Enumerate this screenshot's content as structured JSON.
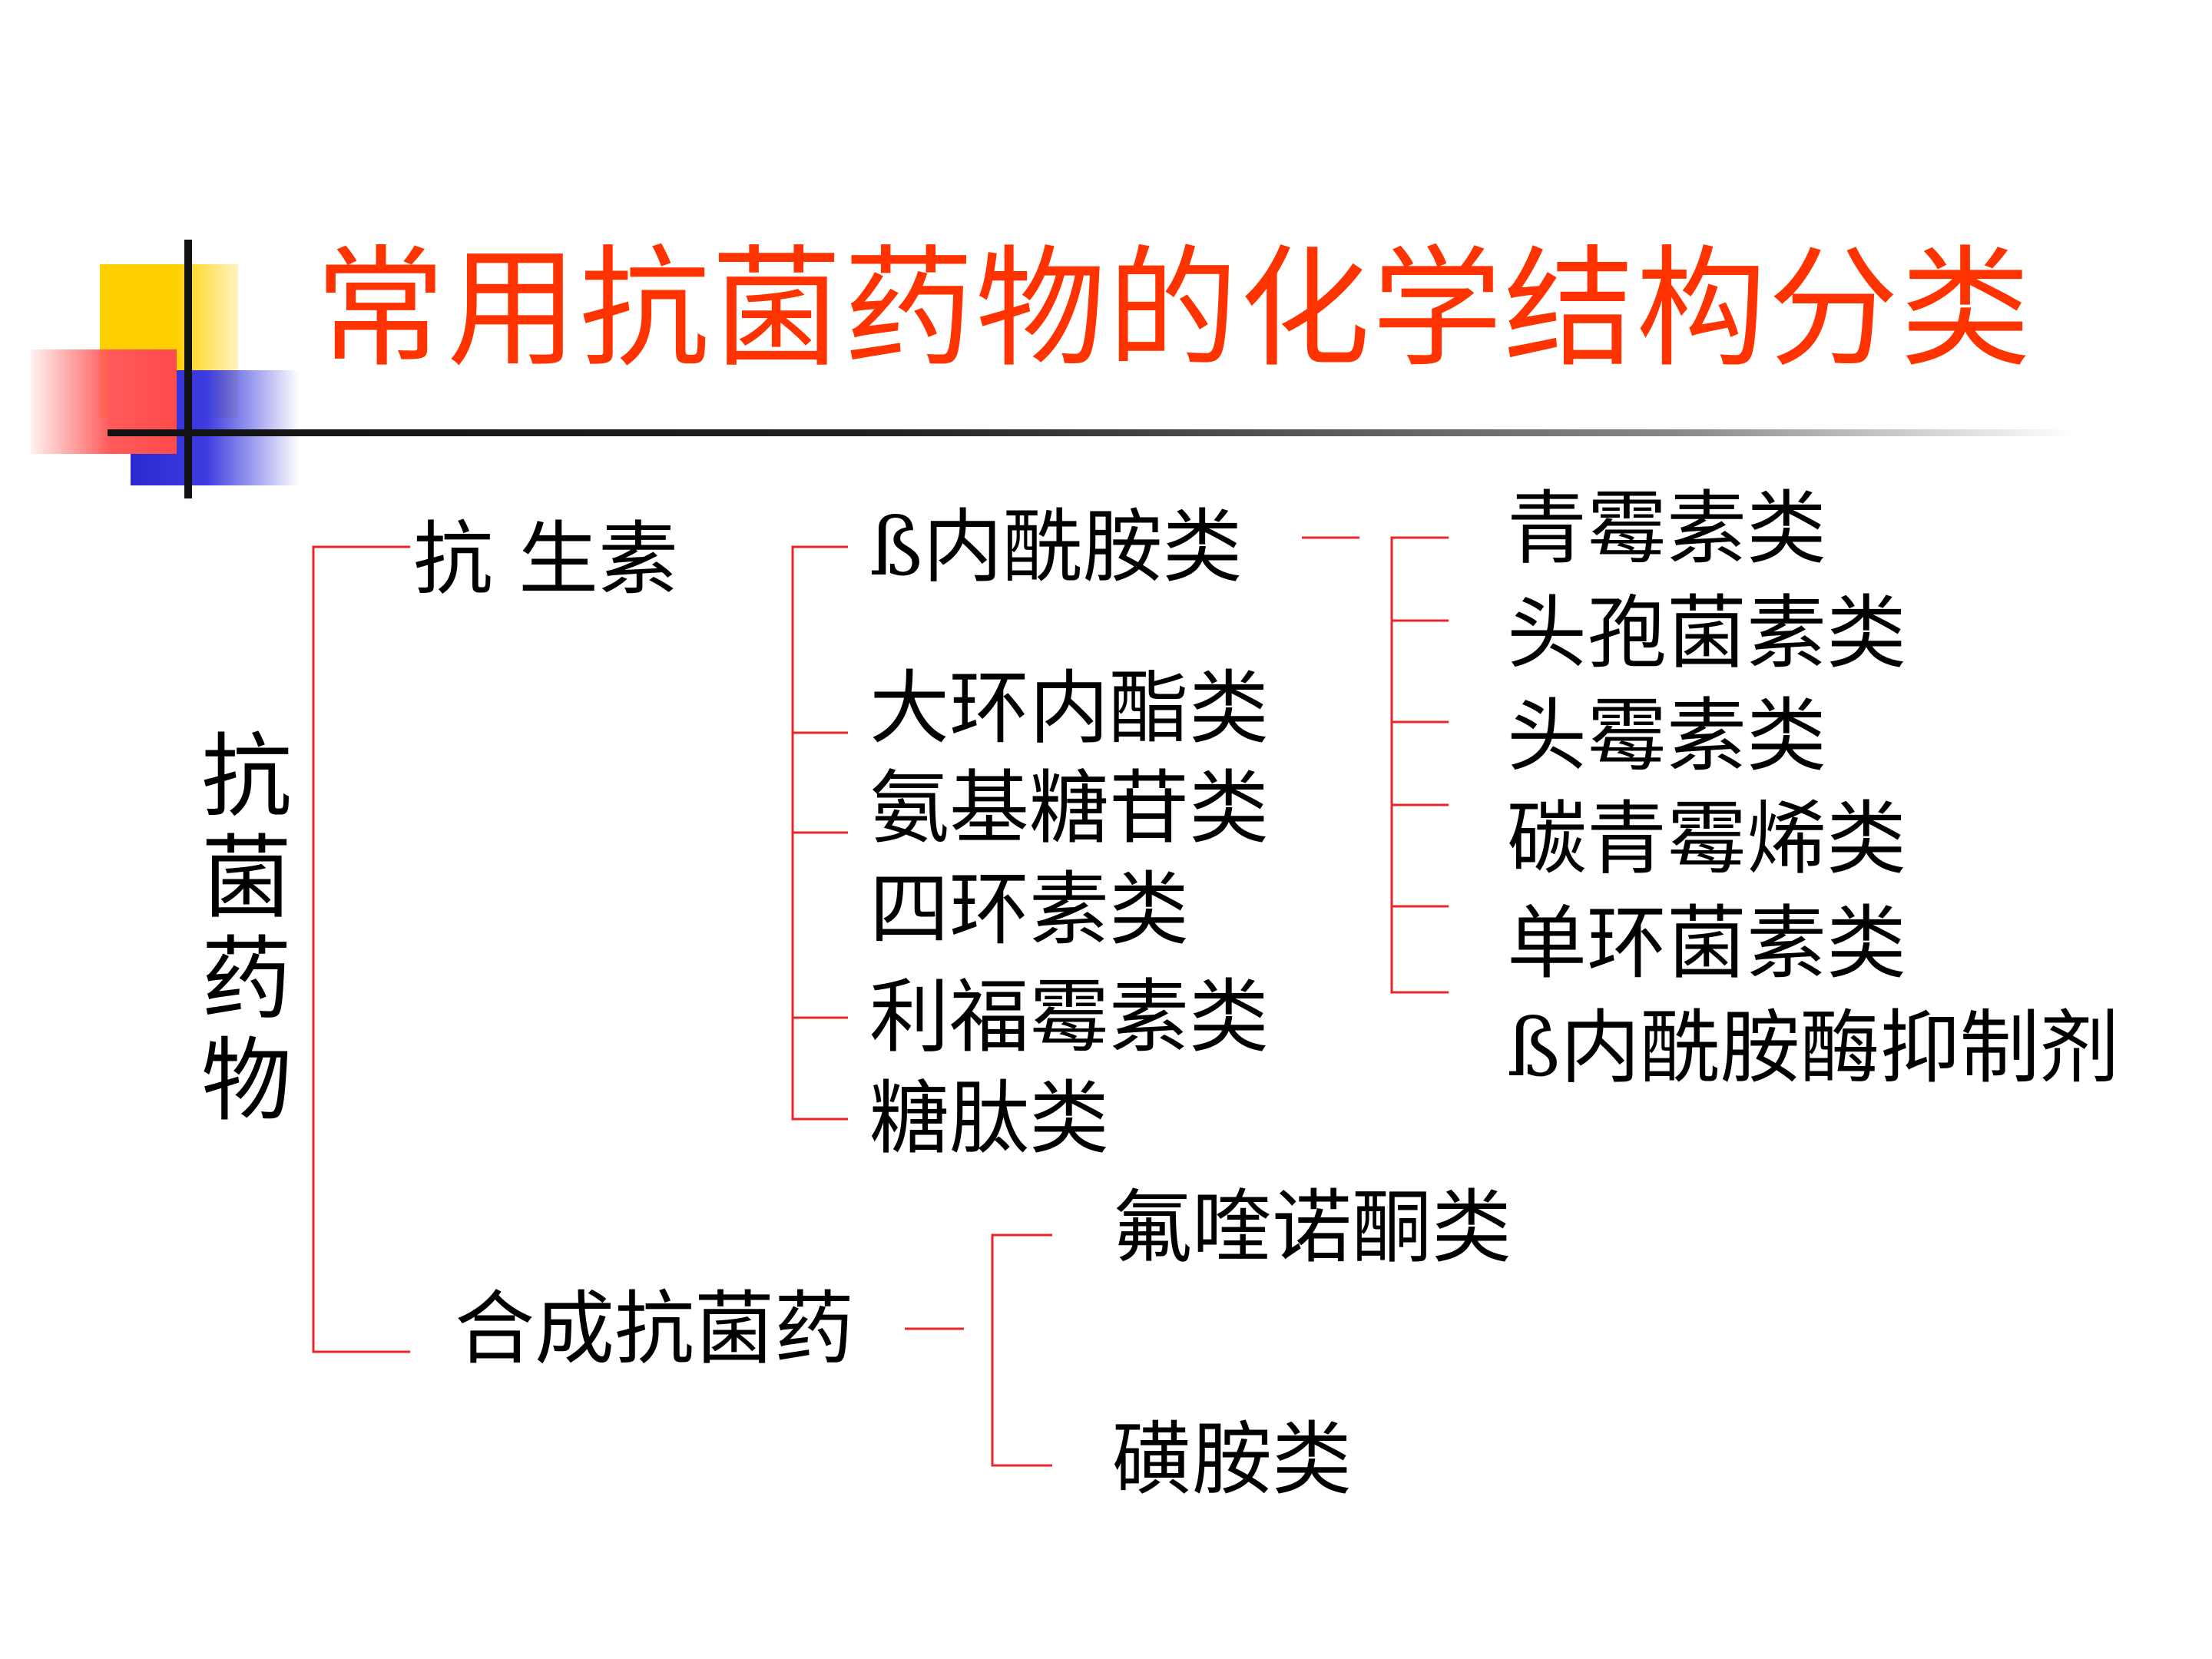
{
  "title": "常用抗菌药物的化学结构分类",
  "colors": {
    "title": "#ff3300",
    "connector": "#e8252a"
  },
  "tree": {
    "root": "抗菌药物",
    "antibiotics": {
      "label": "抗 生素",
      "classes": [
        "ß内酰胺类",
        "大环内酯类",
        "氨基糖苷类",
        "四环素类",
        "利福霉素类",
        "糖肽类"
      ],
      "beta_lactam_subclasses": [
        "青霉素类",
        "头孢菌素类",
        "头霉素类",
        "碳青霉烯类",
        "单环菌素类",
        "ß内酰胺酶抑制剂"
      ]
    },
    "synthetic": {
      "label": "合成抗菌药",
      "classes": [
        "氟喹诺酮类",
        "磺胺类"
      ]
    }
  }
}
